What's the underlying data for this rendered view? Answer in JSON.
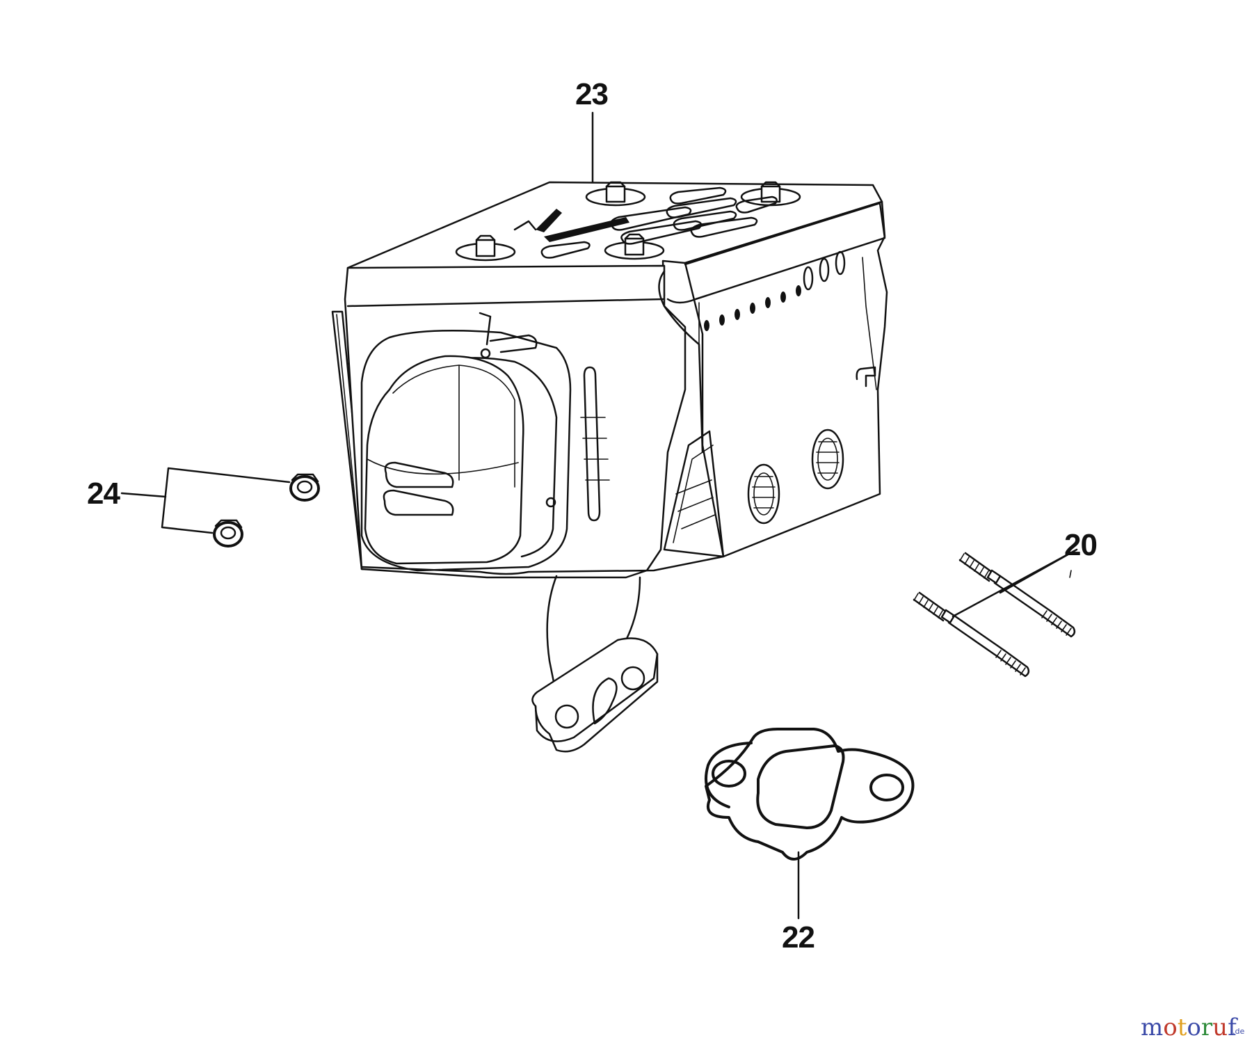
{
  "diagram": {
    "callouts": [
      {
        "id": "23",
        "label": "23"
      },
      {
        "id": "24",
        "label": "24"
      },
      {
        "id": "20",
        "label": "20"
      },
      {
        "id": "22",
        "label": "22"
      }
    ],
    "watermark": {
      "letters": [
        "m",
        "o",
        "t",
        "o",
        "r",
        "u",
        "f"
      ],
      "suffix": ".de",
      "colors": [
        "#3b4aa8",
        "#c0392b",
        "#e0a020",
        "#3b4aa8",
        "#2e8b3a",
        "#c0392b",
        "#3b4aa8"
      ]
    }
  }
}
